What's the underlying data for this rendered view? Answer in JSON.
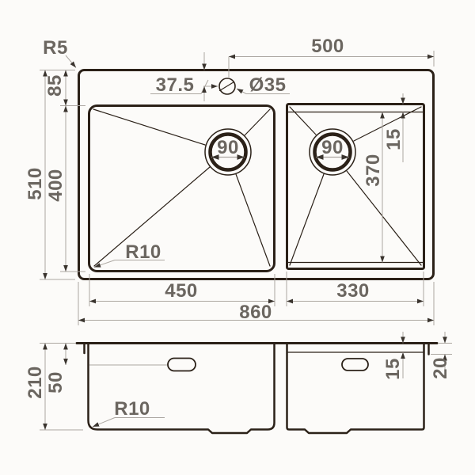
{
  "drawing_title": "double-bowl-sink-technical-drawing",
  "colors": {
    "background": "#fcfbf9",
    "outline": "#2b2118",
    "dimension_line": "#aca7a1",
    "dimension_text": "#6b6660",
    "arrow": "#3a342e"
  },
  "top_view": {
    "corner_radius_label": "R5",
    "faucet_to_right_edge_label": "500",
    "faucet_offset_label": "37.5",
    "faucet_hole_label": "Ø35",
    "deck_to_bowl_label": "85",
    "overall_depth_label": "510",
    "left_bowl_depth_label": "400",
    "left_drain_label": "90",
    "right_drain_label": "90",
    "right_bowl_ledge_label": "15",
    "right_bowl_inner_depth_label": "370",
    "left_bowl_radius_label": "R10",
    "left_bowl_width_label": "450",
    "right_bowl_width_label": "330",
    "overall_width_label": "860"
  },
  "section_view": {
    "height_label": "210",
    "overflow_level_label": "50",
    "bottom_radius_label": "R10",
    "ledge_label": "15",
    "rim_label": "20"
  }
}
